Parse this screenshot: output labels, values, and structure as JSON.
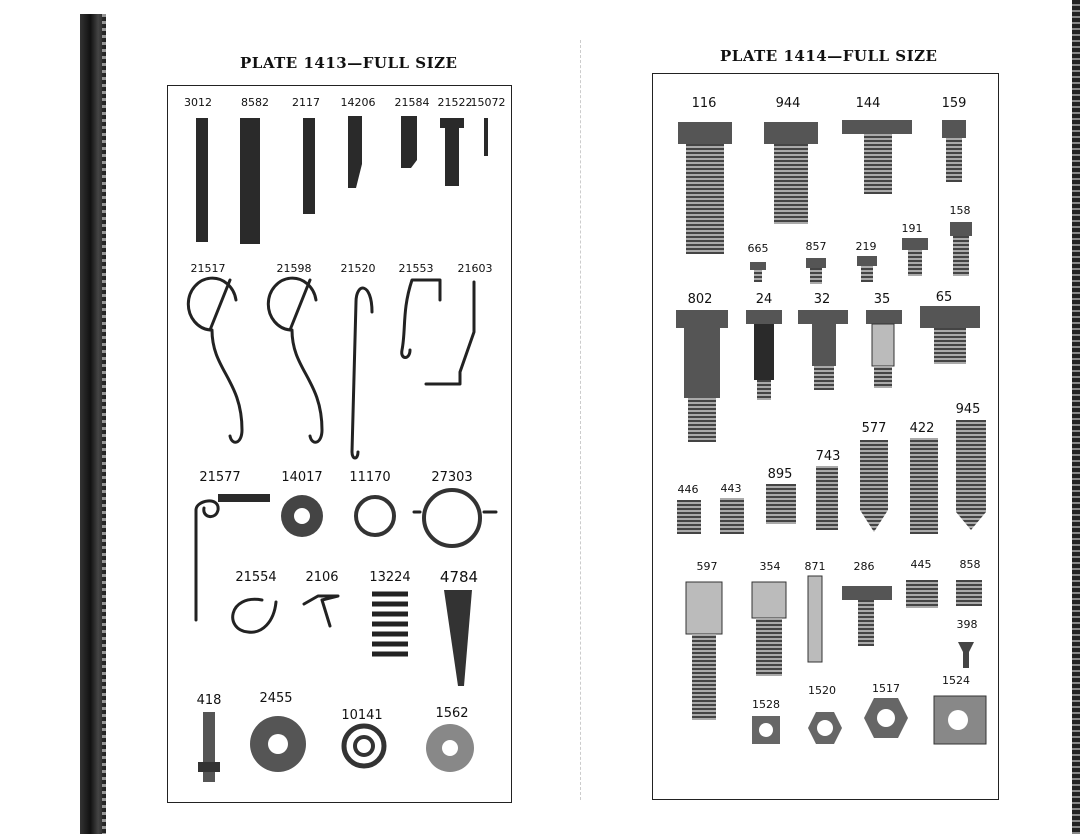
{
  "left_plate": {
    "title": "PLATE 1413—FULL SIZE",
    "row1": [
      "3012",
      "8582",
      "2117",
      "14206",
      "21584",
      "21522",
      "15072"
    ],
    "row2": [
      "21517",
      "21598",
      "21520",
      "21553",
      "21603"
    ],
    "row3": [
      "21577",
      "14017",
      "11170",
      "27303"
    ],
    "row4": [
      "21554",
      "2106",
      "13224",
      "4784"
    ],
    "row5": [
      "418",
      "2455",
      "10141",
      "1562"
    ]
  },
  "right_plate": {
    "title": "PLATE 1414—FULL SIZE",
    "row1": [
      "116",
      "944",
      "144",
      "159"
    ],
    "row2": [
      "158",
      "191",
      "665",
      "857",
      "219"
    ],
    "row3": [
      "802",
      "24",
      "32",
      "35",
      "65"
    ],
    "row4": [
      "945",
      "577",
      "422",
      "743",
      "895",
      "446",
      "443"
    ],
    "row5": [
      "597",
      "354",
      "871",
      "286",
      "445",
      "858",
      "398"
    ],
    "row6": [
      "1524",
      "1520",
      "1517",
      "1528"
    ]
  }
}
